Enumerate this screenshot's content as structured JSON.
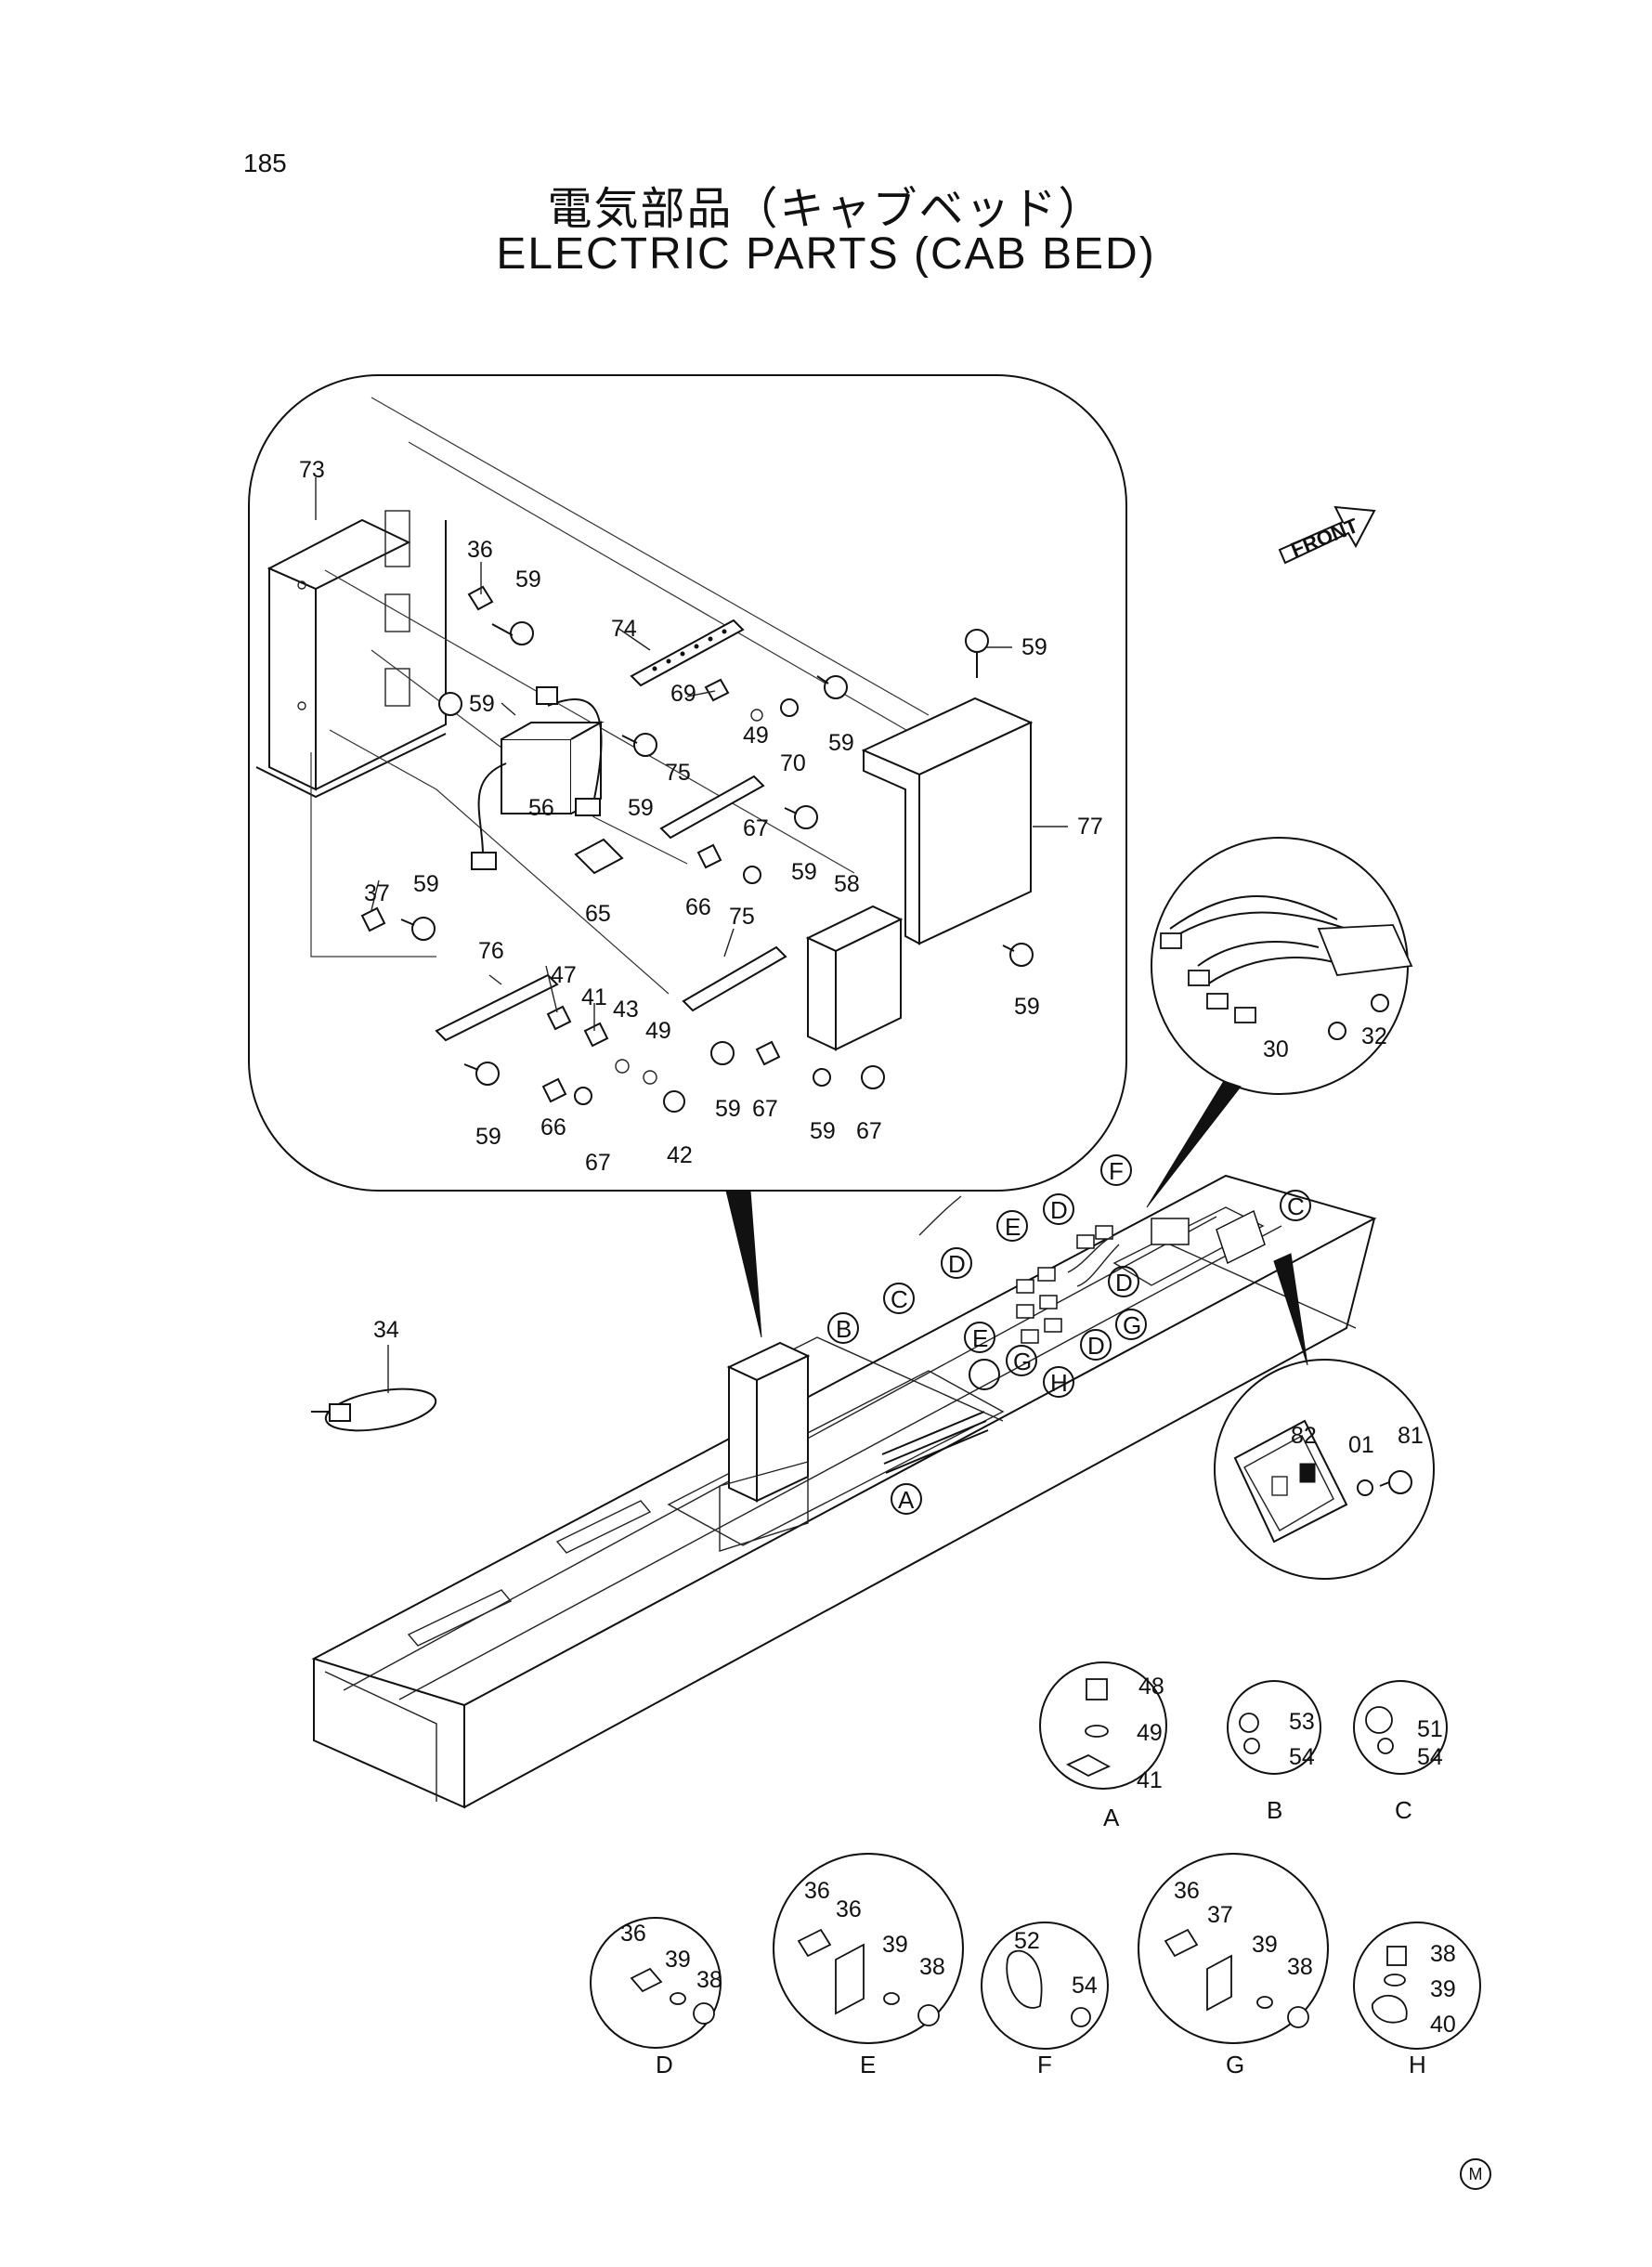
{
  "page": {
    "number": "185",
    "title_jp": "電気部品（キャブベッド）",
    "title_en": "ELECTRIC PARTS (CAB BED)",
    "front_label": "FRONT",
    "mark": "M"
  },
  "callouts_main": [
    "73",
    "36",
    "59",
    "74",
    "59",
    "69",
    "49",
    "70",
    "59",
    "59",
    "59",
    "75",
    "59",
    "67",
    "66",
    "56",
    "65",
    "37",
    "59",
    "58",
    "77",
    "76",
    "47",
    "41",
    "43",
    "49",
    "75",
    "59",
    "59",
    "66",
    "67",
    "42",
    "59",
    "67",
    "66",
    "59",
    "67",
    "59"
  ],
  "callouts_misc": [
    "34",
    "82",
    "01",
    "81",
    "30",
    "32"
  ],
  "letters": [
    "C",
    "F",
    "D",
    "E",
    "D",
    "D",
    "D",
    "C",
    "B",
    "E",
    "G",
    "G",
    "D",
    "H",
    "A"
  ],
  "details": [
    {
      "letter": "A",
      "items": [
        "48",
        "49",
        "41"
      ]
    },
    {
      "letter": "B",
      "items": [
        "53",
        "54"
      ]
    },
    {
      "letter": "C",
      "items": [
        "51",
        "54"
      ]
    },
    {
      "letter": "D",
      "items": [
        "36",
        "39",
        "38"
      ]
    },
    {
      "letter": "E",
      "items": [
        "36",
        "36",
        "39",
        "38"
      ]
    },
    {
      "letter": "F",
      "items": [
        "52",
        "54"
      ]
    },
    {
      "letter": "G",
      "items": [
        "36",
        "37",
        "39",
        "38"
      ]
    },
    {
      "letter": "H",
      "items": [
        "38",
        "39",
        "40"
      ]
    }
  ]
}
